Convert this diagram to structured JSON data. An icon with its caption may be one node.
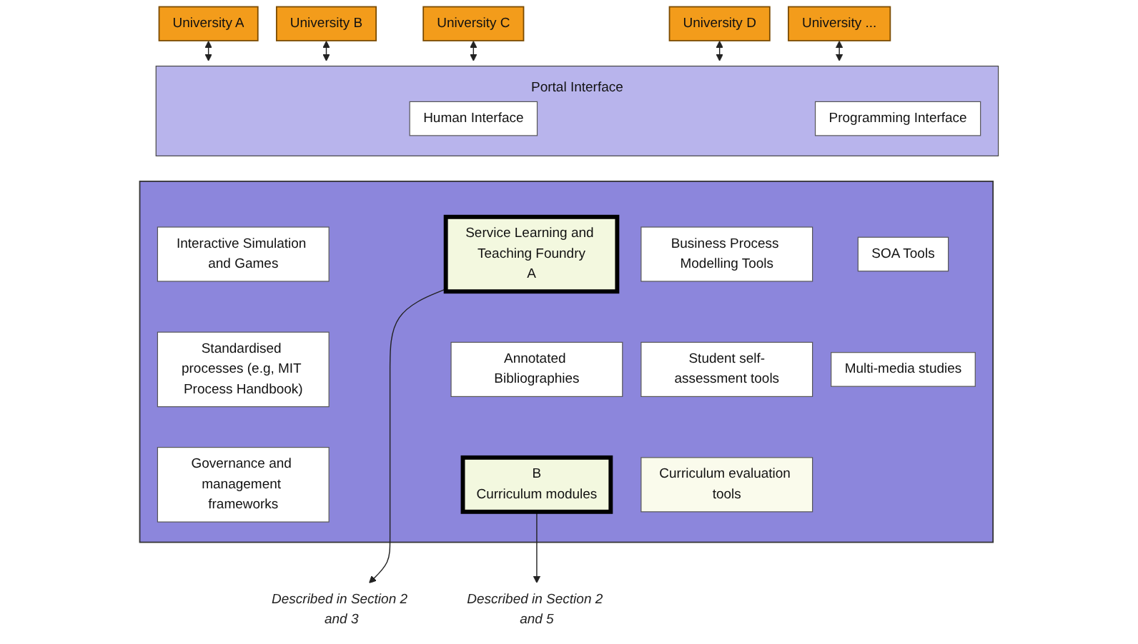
{
  "diagram": {
    "nodes": [
      {
        "text": [
          "University A"
        ]
      },
      {
        "text": [
          "University B"
        ]
      },
      {
        "text": [
          "University C"
        ]
      },
      {
        "text": [
          "University D"
        ]
      },
      {
        "text": [
          "University ..."
        ]
      },
      {
        "text": [
          "Portal Interface"
        ]
      },
      {
        "text": [
          "Human Interface"
        ],
        "in": 5
      },
      {
        "text": [
          "Programming Interface"
        ],
        "in": 5
      },
      {
        "text": [],
        "shape": "box"
      },
      {
        "text": [
          "Interactive Simulation and Games"
        ],
        "in": 8
      },
      {
        "text": [
          "Service Learning and Teaching Foundry",
          "A"
        ],
        "in": 8
      },
      {
        "text": [
          "Business Process Modelling Tools"
        ],
        "in": 8
      },
      {
        "text": [
          "SOA Tools"
        ],
        "in": 8
      },
      {
        "text": [
          "Standardised processes (e.g, MIT Process Handbook)"
        ],
        "in": 8
      },
      {
        "text": [
          "Annotated Bibliographies"
        ],
        "in": 8
      },
      {
        "text": [
          "Student self-assessment tools"
        ],
        "in": 8
      },
      {
        "text": [
          "Multi-media studies"
        ],
        "in": 8
      },
      {
        "text": [
          "Governance and management frameworks"
        ],
        "in": 8
      },
      {
        "text": [
          "B",
          "Curriculum modules"
        ],
        "in": 8
      },
      {
        "text": [
          "Curriculum evaluation tools"
        ],
        "in": 8
      },
      {
        "text": [
          "Described in Section 2 and 3"
        ]
      },
      {
        "text": [
          "Described in Section 2 and 5"
        ]
      }
    ],
    "edges": [
      {
        "from": 0,
        "to": 5,
        "arrow": "both"
      },
      {
        "from": 1,
        "to": 5,
        "arrow": "both"
      },
      {
        "from": 2,
        "to": 5,
        "arrow": "both"
      },
      {
        "from": 3,
        "to": 5,
        "arrow": "both"
      },
      {
        "from": 4,
        "to": 5,
        "arrow": "both"
      },
      {
        "from": 10,
        "to": 20,
        "arrow": "to"
      },
      {
        "from": 18,
        "to": 21,
        "arrow": "to"
      }
    ]
  }
}
